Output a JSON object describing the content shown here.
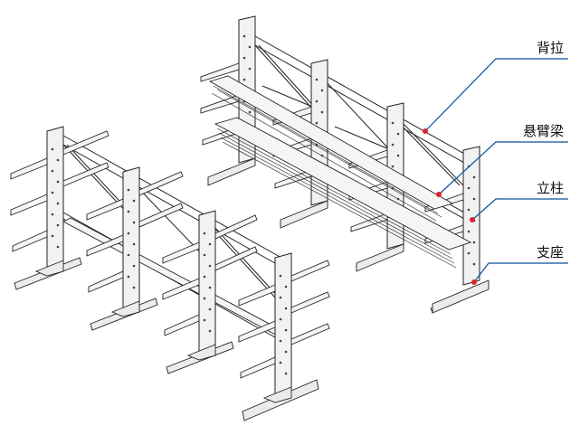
{
  "labels": {
    "back_brace": "背拉",
    "cantilever_arm": "悬臂梁",
    "column": "立柱",
    "base": "支座"
  },
  "colors": {
    "callout_line": "#0b4f9c",
    "callout_dot": "#e0202c",
    "drawing_line": "#222222"
  }
}
